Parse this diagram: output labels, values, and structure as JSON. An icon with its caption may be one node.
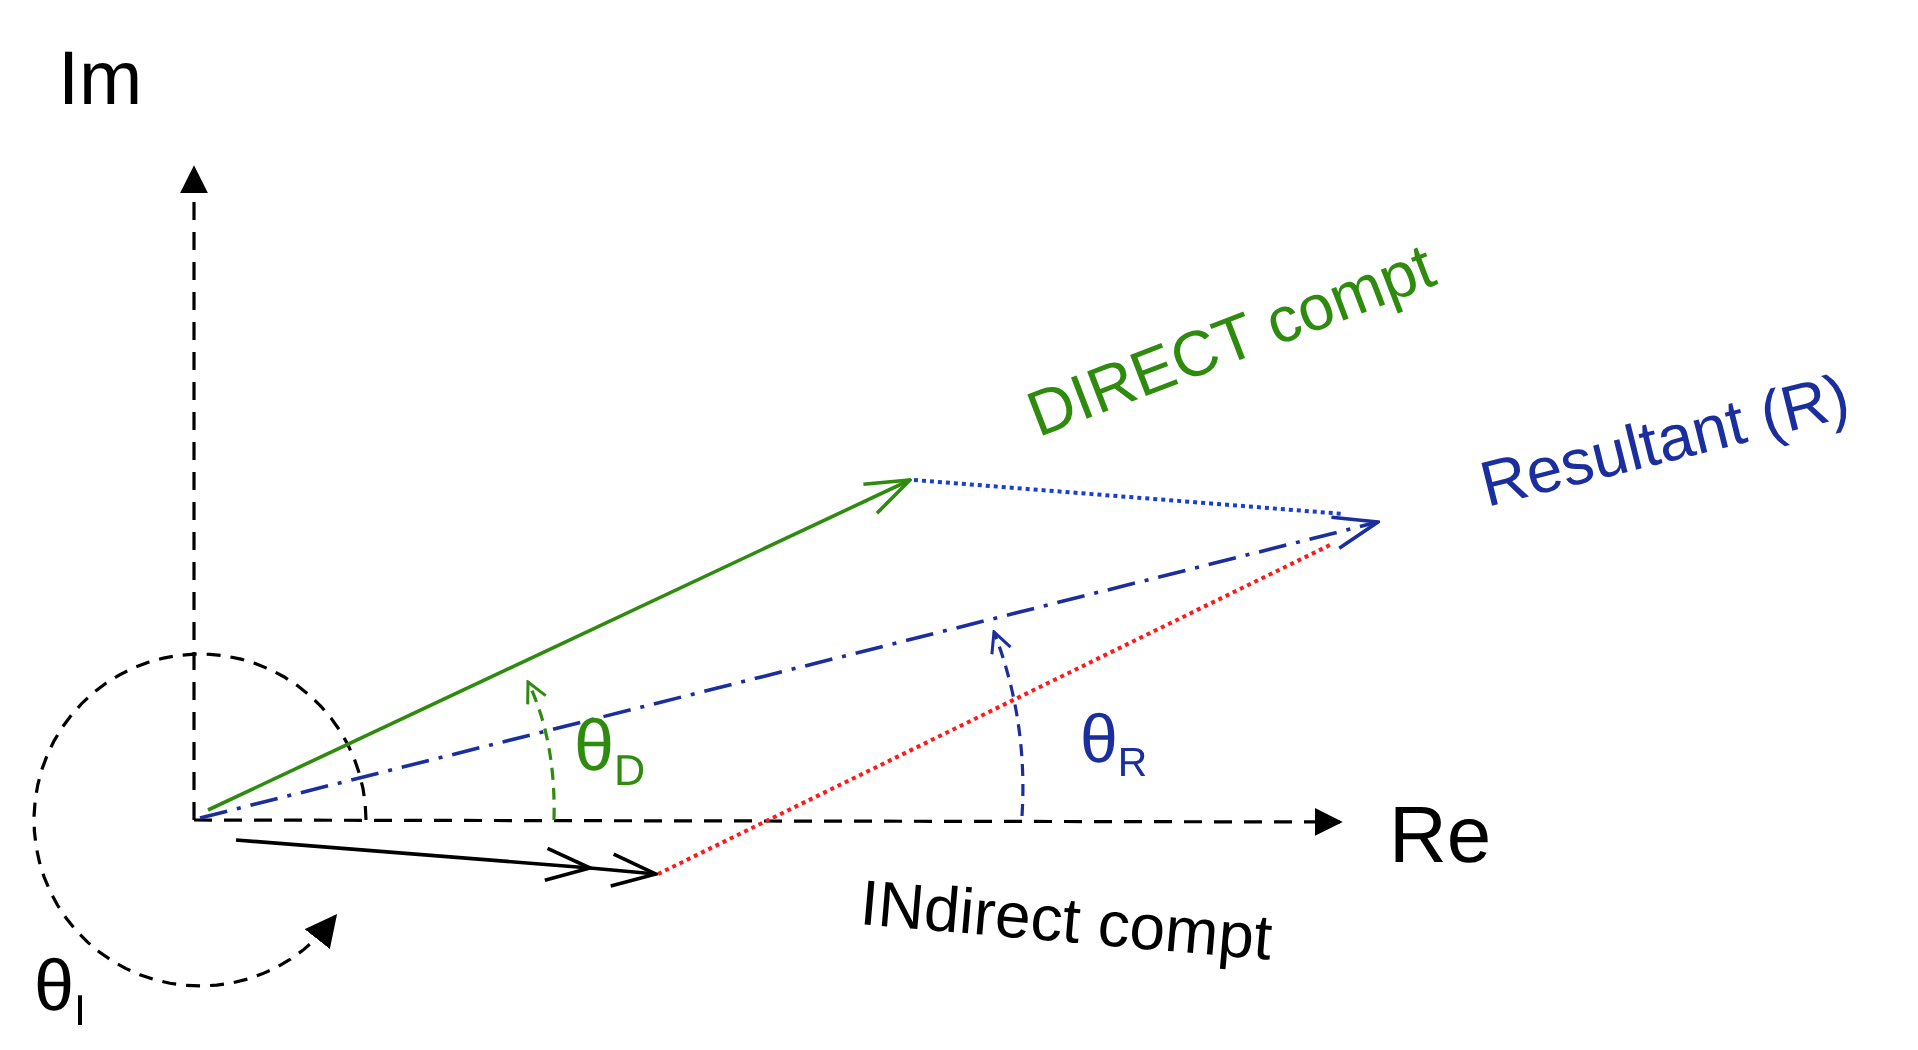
{
  "diagram": {
    "labels": [
      "Im",
      "DIRECT compt",
      "Resultant (R)",
      "θ$_{D}$",
      "θ$_{R}$",
      "Re",
      "INdirect compt",
      "θ$_{I}$"
    ]
  }
}
